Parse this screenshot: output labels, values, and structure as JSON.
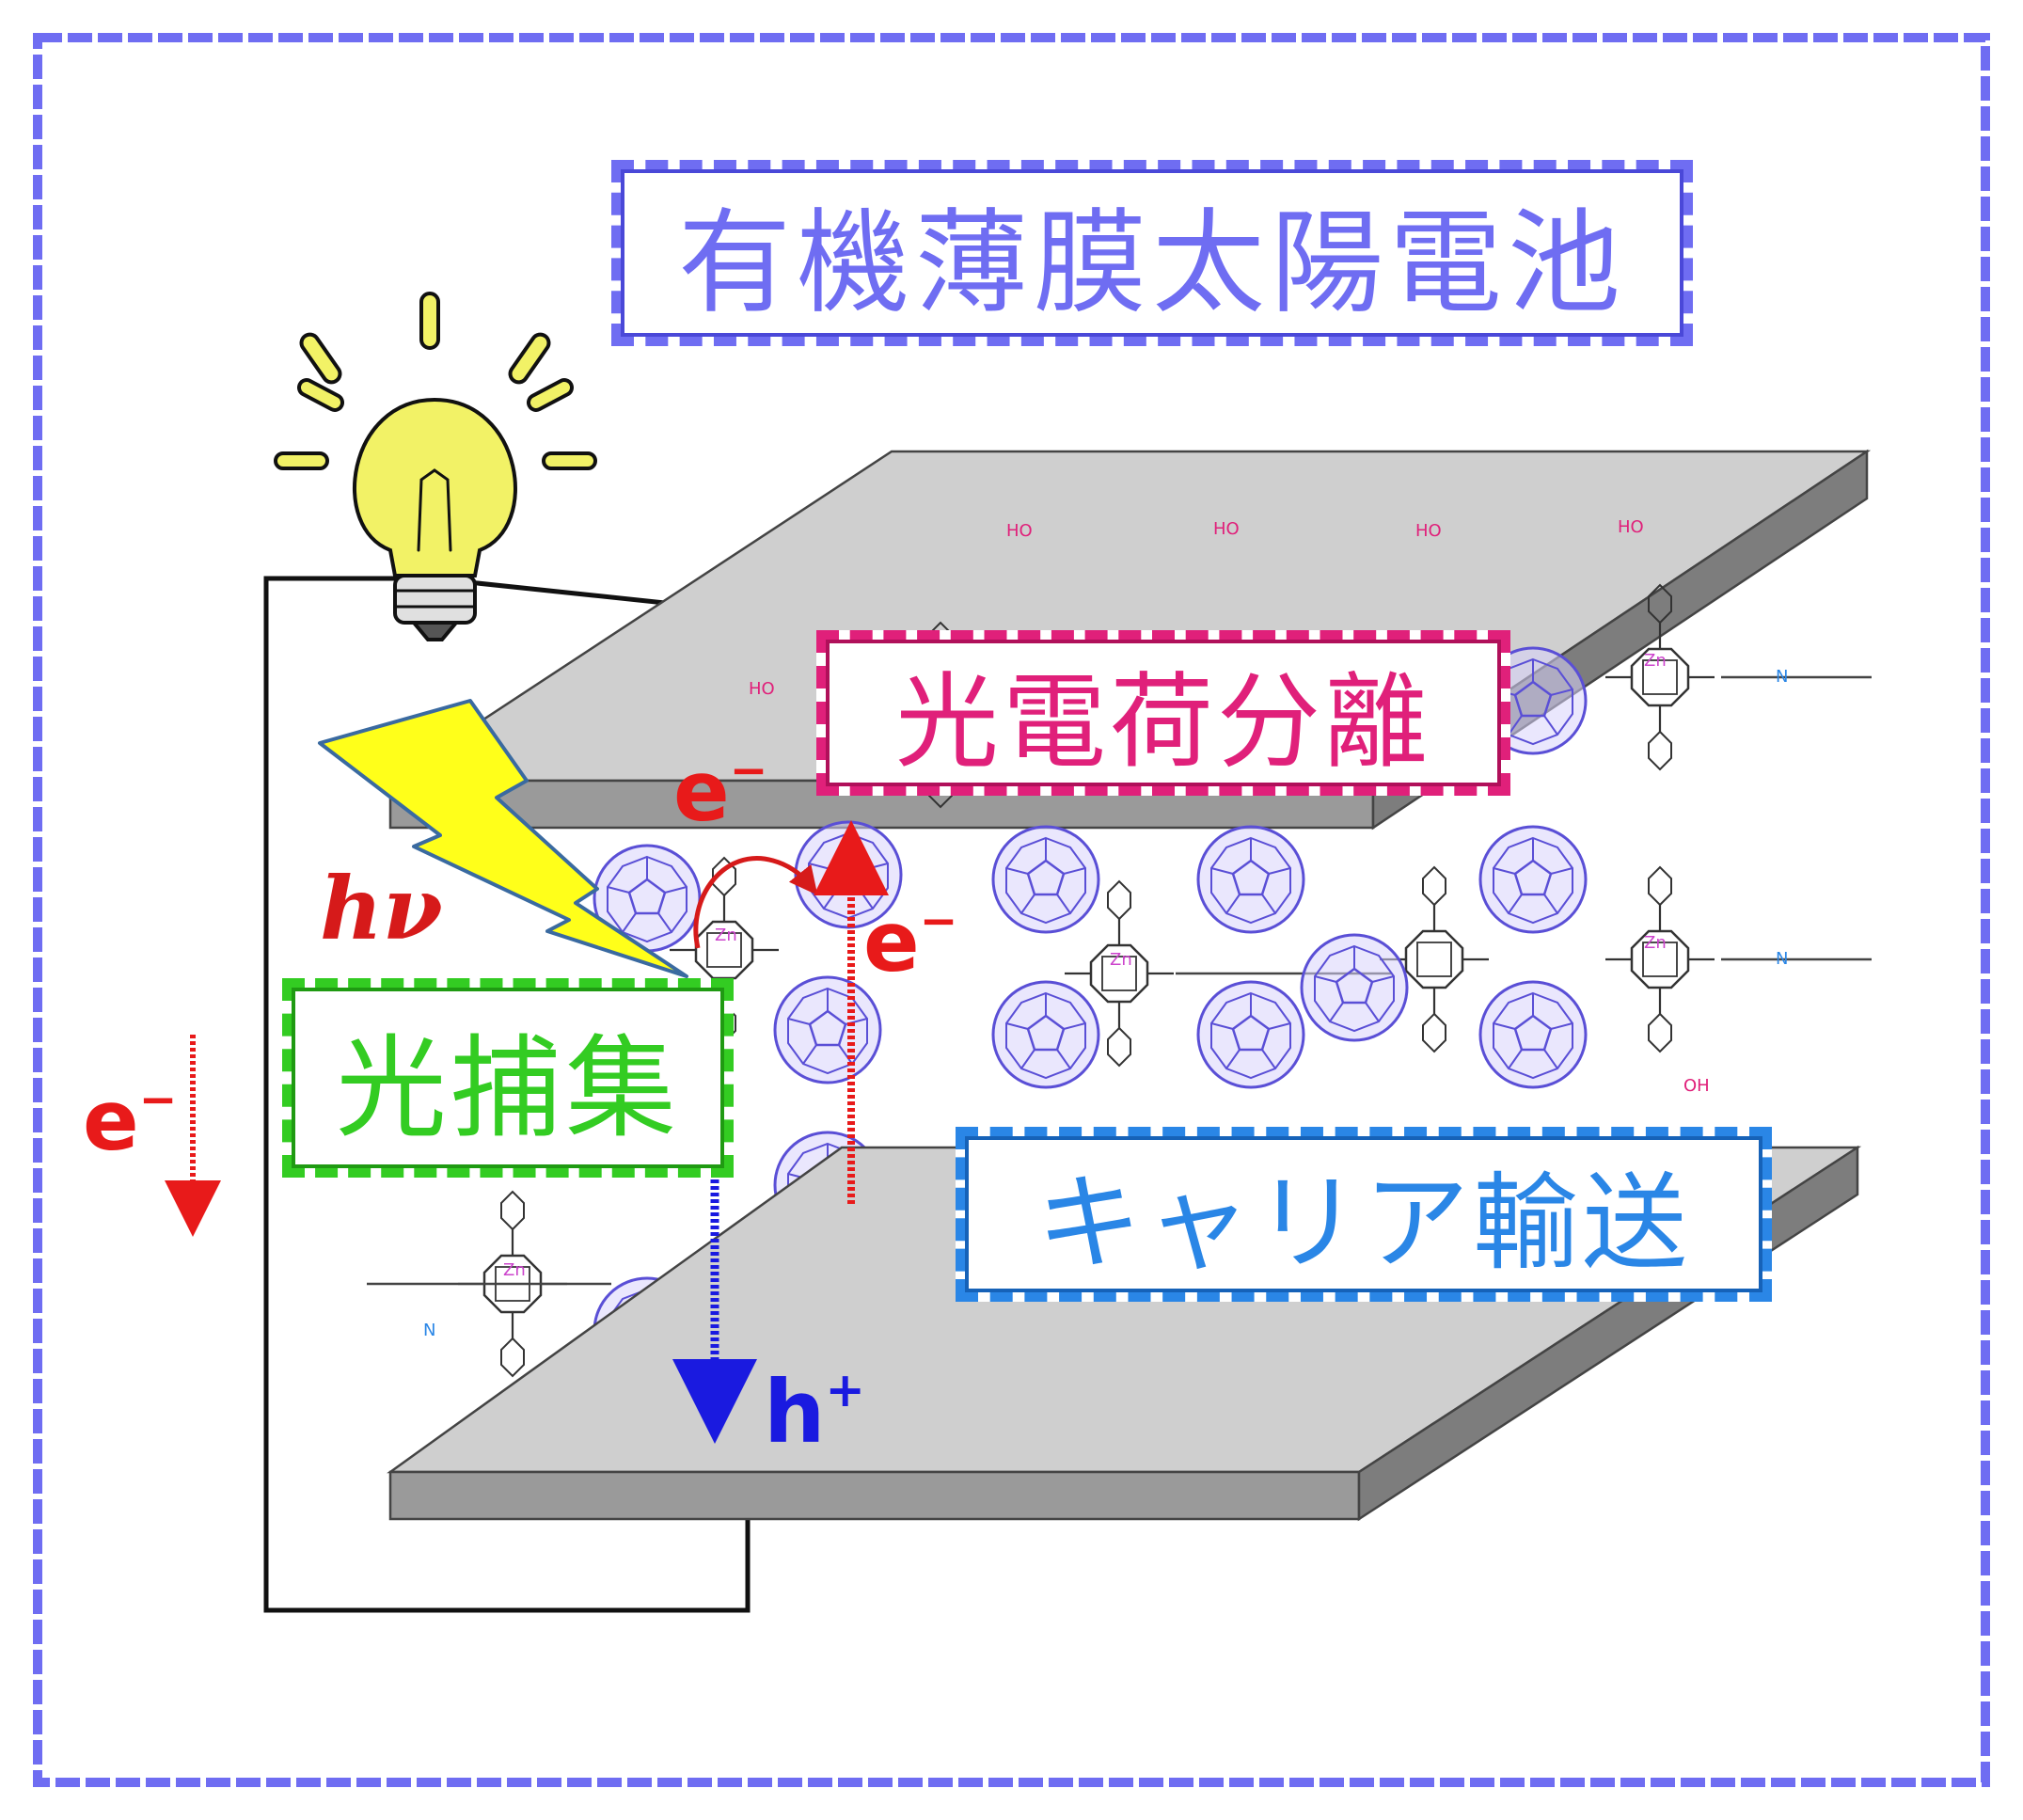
{
  "title": "有機薄膜太陽電池",
  "labels": {
    "charge_separation": "光電荷分離",
    "light_harvesting": "光捕集",
    "carrier_transport": "キャリア輸送",
    "hv": "hν"
  },
  "carriers": {
    "electron_base": "e",
    "electron_sign": "−",
    "hole_base": "h",
    "hole_sign": "+"
  },
  "molecule_text": {
    "cooh": "HO",
    "zn": "Zn",
    "n": "N",
    "oh": "OH"
  },
  "colors": {
    "frame": "#6f6df2",
    "title": "#6f6df2",
    "charge_separation": "#e0207a",
    "light_harvesting": "#33cc22",
    "carrier_transport": "#2a86e6",
    "electron": "#e81a1a",
    "hole": "#1a1ae0",
    "fullerene": "#5a4fd6",
    "electrode_top": "#cfcfcf",
    "electrode_side": "#8f8f8f",
    "lightning": "#ffff1a",
    "bulb": "#f2f266"
  },
  "icons": [
    "light-bulb-icon",
    "lightning-bolt-icon",
    "fullerene-icon",
    "porphyrin-icon"
  ]
}
